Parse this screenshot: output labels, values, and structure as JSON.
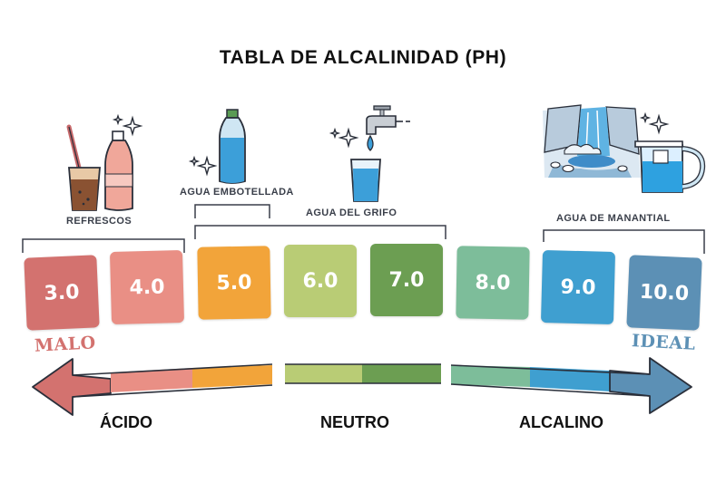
{
  "title": "TABLA DE ALCALINIDAD (PH)",
  "categories": {
    "refrescos": "REFRESCOS",
    "embotellada": "AGUA EMBOTELLADA",
    "grifo": "AGUA DEL GRIFO",
    "manantial": "AGUA DE MANANTIAL"
  },
  "ph_levels": [
    {
      "value": "3.0",
      "color": "#d3726f"
    },
    {
      "value": "4.0",
      "color": "#e98f85"
    },
    {
      "value": "5.0",
      "color": "#f2a43a"
    },
    {
      "value": "6.0",
      "color": "#b9cc75"
    },
    {
      "value": "7.0",
      "color": "#6c9e52"
    },
    {
      "value": "8.0",
      "color": "#7dbd9a"
    },
    {
      "value": "9.0",
      "color": "#3f9fd0"
    },
    {
      "value": "10.0",
      "color": "#5c90b5"
    }
  ],
  "labels": {
    "malo": "MALO",
    "ideal": "IDEAL",
    "acido": "ÁCIDO",
    "neutro": "NEUTRO",
    "alcalino": "ALCALINO"
  },
  "colors": {
    "malo": "#d3726f",
    "ideal": "#5c90b5",
    "bracket": "#3a3f4a"
  },
  "icons": [
    "soda-glass-icon",
    "soda-bottle-icon",
    "water-bottle-icon",
    "tap-faucet-icon",
    "waterfall-icon",
    "water-pitcher-icon",
    "sparkle-icon"
  ]
}
